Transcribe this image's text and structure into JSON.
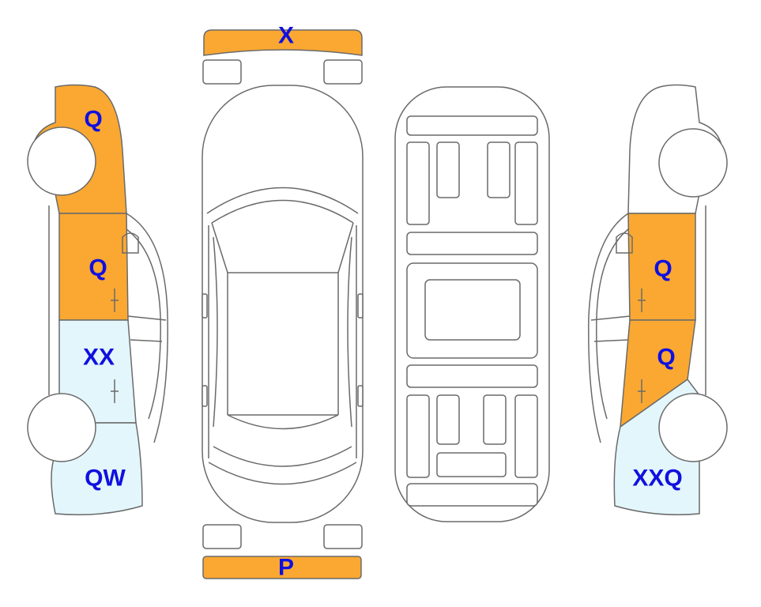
{
  "colors": {
    "orange": "#FAA832",
    "light_blue": "#E3F6FB",
    "label_blue": "#1010E0"
  },
  "labels": {
    "front_bumper": "X",
    "rear_bumper": "P",
    "left_front_fender": "Q",
    "left_front_door": "Q",
    "left_rear_door": "XX",
    "left_rear_quarter": "QW",
    "right_front_door": "Q",
    "right_rear_door": "Q",
    "right_rear_quarter": "XXQ"
  }
}
